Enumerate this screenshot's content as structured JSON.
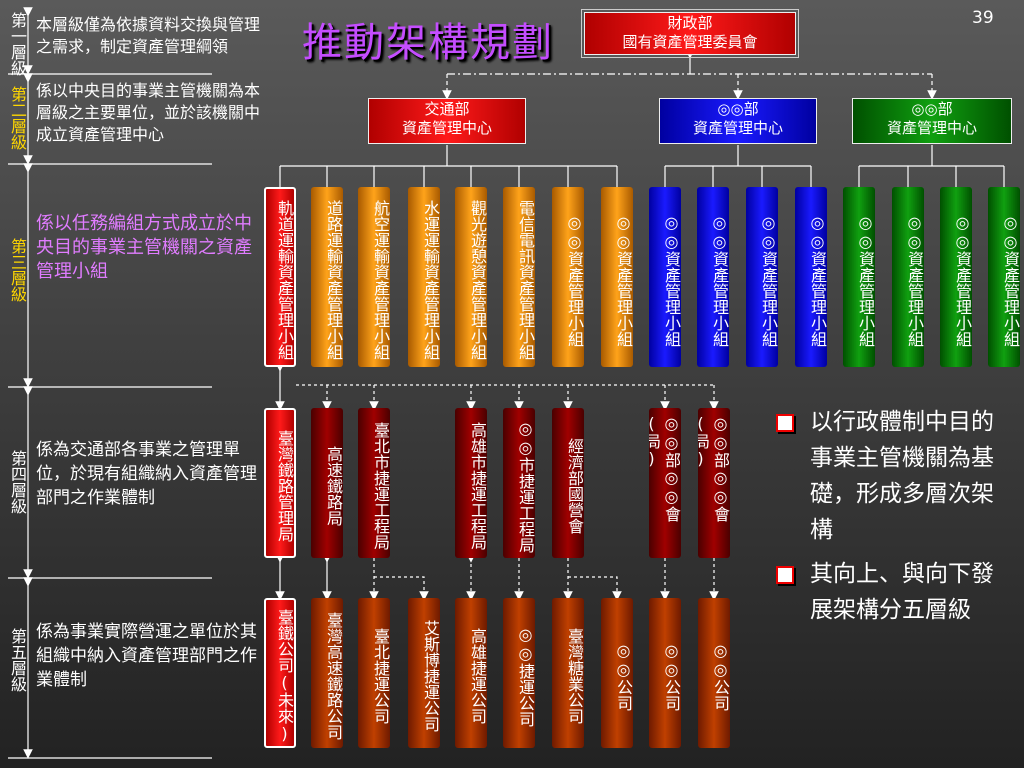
{
  "title": "推動架構規劃",
  "page_number": "39",
  "levels": [
    {
      "label": "第一層級",
      "desc": "本層級僅為依據資料交換與管理之需求，制定資產管理綱領",
      "color": "#ffffff"
    },
    {
      "label": "第二層級",
      "desc": "係以中央目的事業主管機關為本層級之主要單位，並於該機關中成立資產管理中心",
      "color": "#ffd700"
    },
    {
      "label": "第三層級",
      "desc": "係以任務編組方式成立於中央目的事業主管機關之資產管理小組",
      "color": "#ffd700"
    },
    {
      "label": "第四層級",
      "desc": "係為交通部各事業之管理單位，於現有組織納入資產管理部門之作業體制",
      "color": "#ffffff"
    },
    {
      "label": "第五層級",
      "desc": "係為事業實際營運之單位於其組織中納入資產管理部門之作業體制",
      "color": "#ffffff"
    }
  ],
  "level3_desc_color": "#e07cff",
  "top": {
    "line1": "財政部",
    "line2": "國有資產管理委員會"
  },
  "centers": [
    {
      "line1": "交通部",
      "line2": "資產管理中心",
      "color": "red"
    },
    {
      "line1": "◎◎部",
      "line2": "資產管理中心",
      "color": "blue"
    },
    {
      "line1": "◎◎部",
      "line2": "資產管理中心",
      "color": "green"
    }
  ],
  "groups": [
    {
      "text": "軌道運輸資產管理小組",
      "color": "red",
      "outlined": true
    },
    {
      "text": "道路運輸資產管理小組",
      "color": "orange"
    },
    {
      "text": "航空運輸資產管理小組",
      "color": "orange"
    },
    {
      "text": "水運運輸資產管理小組",
      "color": "orange"
    },
    {
      "text": "觀光遊憩資產管理小組",
      "color": "orange"
    },
    {
      "text": "電信電訊資產管理小組",
      "color": "orange"
    },
    {
      "text": "◎◎資產管理小組",
      "color": "orange"
    },
    {
      "text": "◎◎資產管理小組",
      "color": "orange"
    },
    {
      "text": "◎◎資產管理小組",
      "color": "blue"
    },
    {
      "text": "◎◎資產管理小組",
      "color": "blue"
    },
    {
      "text": "◎◎資產管理小組",
      "color": "blue"
    },
    {
      "text": "◎◎資產管理小組",
      "color": "blue"
    },
    {
      "text": "◎◎資產管理小組",
      "color": "green"
    },
    {
      "text": "◎◎資產管理小組",
      "color": "green"
    },
    {
      "text": "◎◎資產管理小組",
      "color": "green"
    },
    {
      "text": "◎◎資產管理小組",
      "color": "green"
    }
  ],
  "agencies": [
    {
      "text": "臺灣鐵路管理局",
      "color": "red",
      "outlined": true
    },
    {
      "text": "高速鐵路局",
      "color": "maroon"
    },
    {
      "text": "臺北市捷運工程局",
      "color": "maroon"
    },
    {
      "text": "高雄市捷運工程局",
      "color": "maroon"
    },
    {
      "text": "◎◎市捷運工程局",
      "color": "maroon"
    },
    {
      "text": "經濟部國營會",
      "color": "maroon"
    },
    {
      "text": "◎◎部◎◎會(局)",
      "color": "maroon"
    },
    {
      "text": "◎◎部◎◎會(局)",
      "color": "maroon"
    }
  ],
  "companies": [
    {
      "text": "臺鐵公司(未來)",
      "color": "red",
      "outlined": true
    },
    {
      "text": "臺灣高速鐵路公司",
      "color": "rust"
    },
    {
      "text": "臺北捷運公司",
      "color": "rust"
    },
    {
      "text": "艾斯博捷運公司",
      "color": "rust"
    },
    {
      "text": "高雄捷運公司",
      "color": "rust"
    },
    {
      "text": "◎◎捷運公司",
      "color": "rust"
    },
    {
      "text": "臺灣糖業公司",
      "color": "rust"
    },
    {
      "text": "◎◎公司",
      "color": "rust"
    },
    {
      "text": "◎◎公司",
      "color": "rust"
    },
    {
      "text": "◎◎公司",
      "color": "rust"
    }
  ],
  "bullets": [
    "以行政體制中目的事業主管機關為基礎，形成多層次架構",
    "其向上、與向下發展架構分五層級"
  ]
}
